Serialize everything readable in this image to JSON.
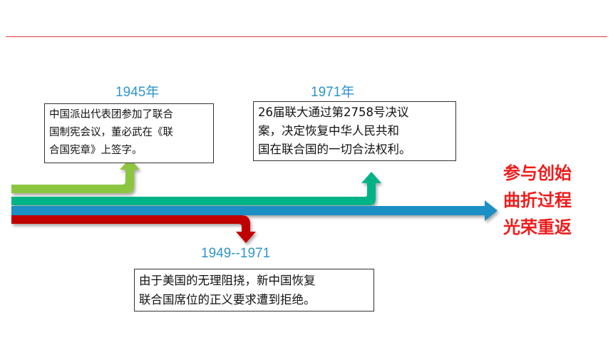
{
  "events": [
    {
      "year": "1945年",
      "lines": [
        "中国派出代表团参加了联合",
        "国制宪会议，董必武在《联",
        "合国宪章》上签字。"
      ],
      "color": "#8cc63f"
    },
    {
      "year": "1971年",
      "lines": [
        "26届联大通过第2758号决议",
        "案，决定恢复中华人民共和",
        "国在联合国的一切合法权利。"
      ],
      "color": "#00b386"
    },
    {
      "year": "1949--1971",
      "lines": [
        "由于美国的无理阻挠，新中国恢复",
        "联合国席位的正义要求遭到拒绝。"
      ],
      "color": "#c00000"
    }
  ],
  "main_arrow_color": "#1a8fc4",
  "rule_color": "#e03a3a",
  "captions": [
    "参与创始",
    "曲折过程",
    "光荣重返"
  ],
  "caption_color": "#ee1c1c"
}
